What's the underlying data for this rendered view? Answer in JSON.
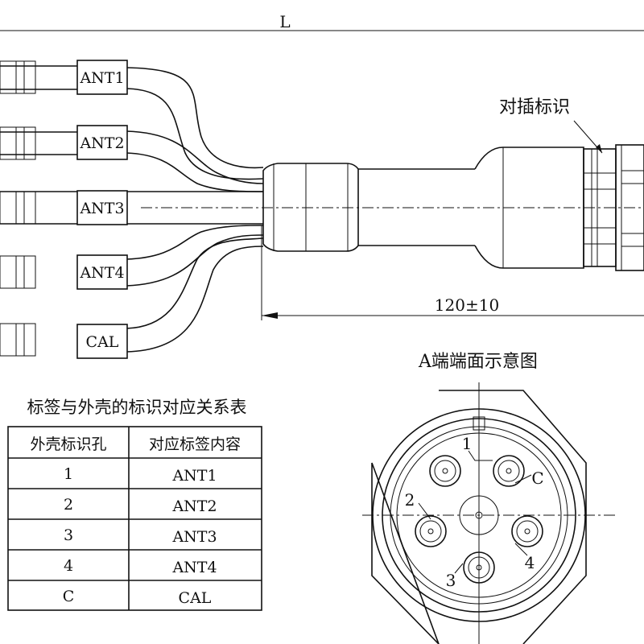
{
  "dimension_total": "L",
  "dimension_tail": "120±10",
  "mating_mark_label": "对插标识",
  "cable_labels": [
    "ANT1",
    "ANT2",
    "ANT3",
    "ANT4",
    "CAL"
  ],
  "end_view_title": "A端端面示意图",
  "table": {
    "title": "标签与外壳的标识对应关系表",
    "headers": [
      "外壳标识孔",
      "对应标签内容"
    ],
    "rows": [
      [
        "1",
        "ANT1"
      ],
      [
        "2",
        "ANT2"
      ],
      [
        "3",
        "ANT3"
      ],
      [
        "4",
        "ANT4"
      ],
      [
        "C",
        "CAL"
      ]
    ]
  },
  "pin_labels": [
    "1",
    "C",
    "2",
    "4",
    "3"
  ]
}
